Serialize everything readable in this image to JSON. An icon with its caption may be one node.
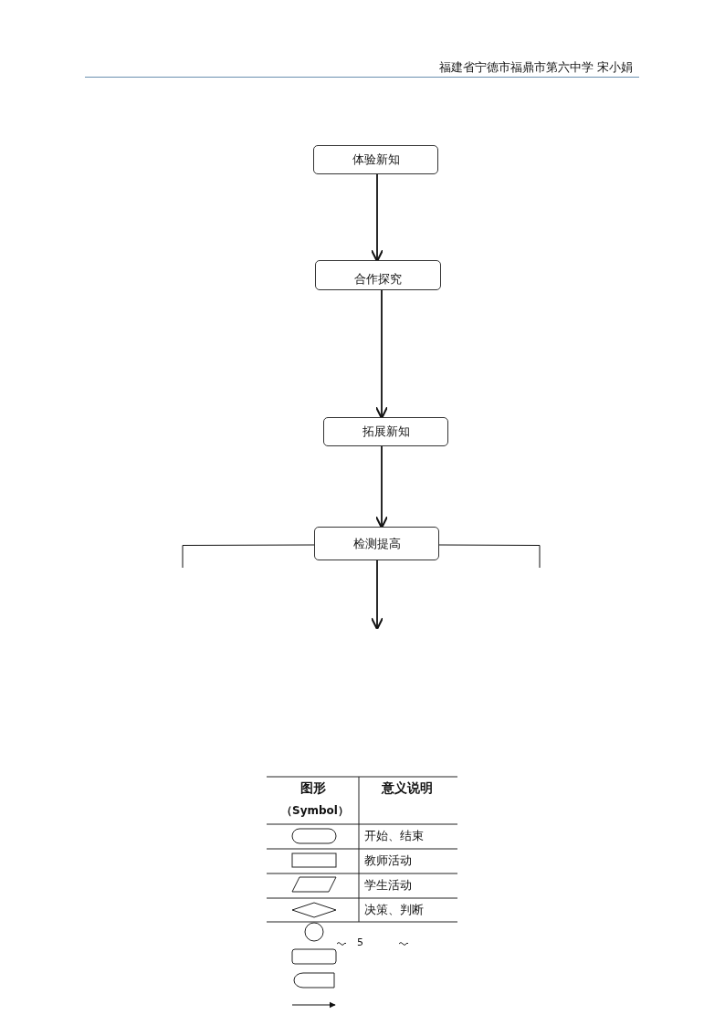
{
  "diagram": {
    "nodes": [
      {
        "text": [
          "体验新知"
        ]
      },
      {
        "text": [
          "合作探究"
        ]
      },
      {
        "text": [
          "拓展新知"
        ]
      },
      {
        "text": [
          "检测提高"
        ]
      }
    ],
    "edges": [
      {
        "from": 0,
        "to": 1,
        "arrow": "to"
      },
      {
        "from": 1,
        "to": 2,
        "arrow": "to"
      },
      {
        "from": 2,
        "to": 3,
        "arrow": "to"
      },
      {
        "from": 3,
        "to": null,
        "arrow": "to"
      },
      {
        "from": 3,
        "to": null,
        "arrow": "none"
      },
      {
        "from": 3,
        "to": null,
        "arrow": "none"
      }
    ],
    "labels": [
      "福建省宁德市福鼎市第六中学 宋小娟",
      "图形",
      "（Symbol）",
      "意义说明",
      "开始、结束",
      "教师活动",
      "学生活动",
      "决策、判断",
      "5"
    ]
  }
}
